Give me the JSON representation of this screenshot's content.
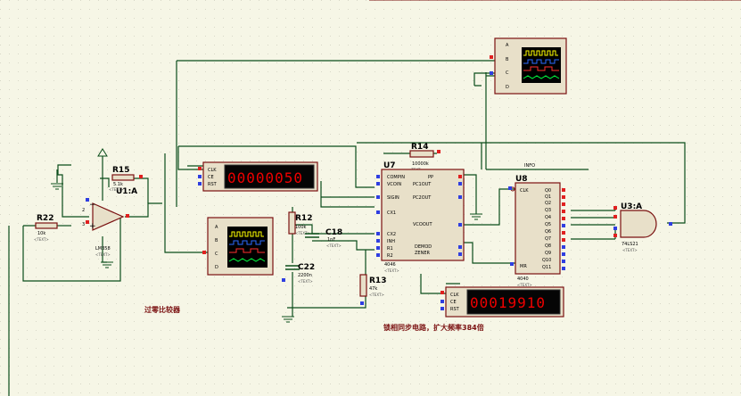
{
  "components": {
    "r15": {
      "ref": "R15",
      "value": "5.1k"
    },
    "r22": {
      "ref": "R22",
      "value": "10k"
    },
    "r14": {
      "ref": "R14",
      "value": "10000k"
    },
    "r12": {
      "ref": "R12",
      "value": "100k"
    },
    "r13": {
      "ref": "R13",
      "value": "47k"
    },
    "c18": {
      "ref": "C18",
      "value": "1nF"
    },
    "c22": {
      "ref": "C22",
      "value": "2200n"
    },
    "u1": {
      "ref": "U1:A",
      "part": "LM358"
    },
    "u7": {
      "ref": "U7",
      "part": "4046",
      "pins_left": [
        "COMPIN",
        "VCOIN",
        "SIGIN",
        "CX1",
        "CX2",
        "INH",
        "R1",
        "R2"
      ],
      "pins_right": [
        "PP",
        "PC1OUT",
        "PC2OUT",
        "VCOOUT",
        "DEMOD",
        "ZENER"
      ]
    },
    "u8": {
      "ref": "U8",
      "part": "4040",
      "pins_left": [
        "CLK",
        "MR"
      ],
      "pins_right": [
        "Q0",
        "Q1",
        "Q2",
        "Q3",
        "Q4",
        "Q5",
        "Q6",
        "Q7",
        "Q8",
        "Q9",
        "Q10",
        "Q11"
      ]
    },
    "u3": {
      "ref": "U3:A",
      "part": "74LS21"
    }
  },
  "text_placeholder": "<TEXT>",
  "scopes": [
    {
      "name": "scope-top",
      "channels": [
        "A",
        "B",
        "C",
        "D"
      ]
    },
    {
      "name": "scope-bottom",
      "channels": [
        "A",
        "B",
        "C",
        "D"
      ]
    }
  ],
  "counters": [
    {
      "name": "counter-top",
      "value": "00000050",
      "pins": [
        "CLK",
        "CE",
        "RST"
      ]
    },
    {
      "name": "counter-bottom",
      "value": "00019910",
      "pins": [
        "CLK",
        "CE",
        "RST"
      ]
    }
  ],
  "net_label": "INFO",
  "notes": {
    "left": "过零比较器",
    "right": "锁相同步电路，扩大频率384倍"
  },
  "colors": {
    "background": "#f6f6e6",
    "wire": "#0b4d1a",
    "component": "#7a1010",
    "display": "#f00000"
  }
}
